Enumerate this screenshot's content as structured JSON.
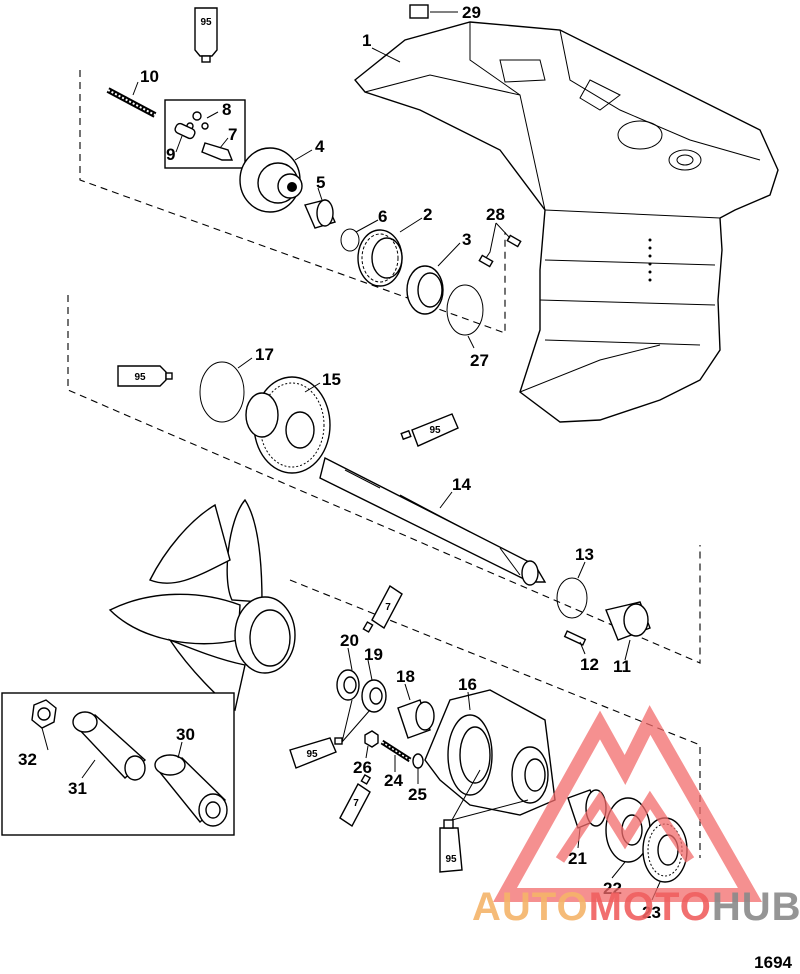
{
  "diagram_id": "1694",
  "watermark": {
    "part1": "AUTO",
    "part2": "MOTO",
    "part3": "HUB",
    "colors": {
      "auto": "#f5b46a",
      "moto": "#f06060",
      "hub": "#8a8a8a",
      "triangle": "#f26b6b"
    }
  },
  "callouts": [
    {
      "id": "c1",
      "label": "1"
    },
    {
      "id": "c2",
      "label": "2"
    },
    {
      "id": "c3",
      "label": "3"
    },
    {
      "id": "c4",
      "label": "4"
    },
    {
      "id": "c5",
      "label": "5"
    },
    {
      "id": "c6",
      "label": "6"
    },
    {
      "id": "c7",
      "label": "7"
    },
    {
      "id": "c8",
      "label": "8"
    },
    {
      "id": "c9",
      "label": "9"
    },
    {
      "id": "c10",
      "label": "10"
    },
    {
      "id": "c11",
      "label": "11"
    },
    {
      "id": "c12",
      "label": "12"
    },
    {
      "id": "c13",
      "label": "13"
    },
    {
      "id": "c14",
      "label": "14"
    },
    {
      "id": "c15",
      "label": "15"
    },
    {
      "id": "c16",
      "label": "16"
    },
    {
      "id": "c17",
      "label": "17"
    },
    {
      "id": "c18",
      "label": "18"
    },
    {
      "id": "c19",
      "label": "19"
    },
    {
      "id": "c20",
      "label": "20"
    },
    {
      "id": "c21",
      "label": "21"
    },
    {
      "id": "c22",
      "label": "22"
    },
    {
      "id": "c23",
      "label": "23"
    },
    {
      "id": "c24",
      "label": "24"
    },
    {
      "id": "c25",
      "label": "25"
    },
    {
      "id": "c26",
      "label": "26"
    },
    {
      "id": "c27",
      "label": "27"
    },
    {
      "id": "c28",
      "label": "28"
    },
    {
      "id": "c29",
      "label": "29"
    },
    {
      "id": "c30",
      "label": "30"
    },
    {
      "id": "c31",
      "label": "31"
    },
    {
      "id": "c32",
      "label": "32"
    }
  ],
  "tubes": [
    {
      "id": "t1",
      "label": "95"
    },
    {
      "id": "t2",
      "label": "95"
    },
    {
      "id": "t3",
      "label": "95"
    },
    {
      "id": "t4",
      "label": "7"
    },
    {
      "id": "t5",
      "label": "95"
    },
    {
      "id": "t6",
      "label": "7"
    },
    {
      "id": "t7",
      "label": "95"
    }
  ]
}
